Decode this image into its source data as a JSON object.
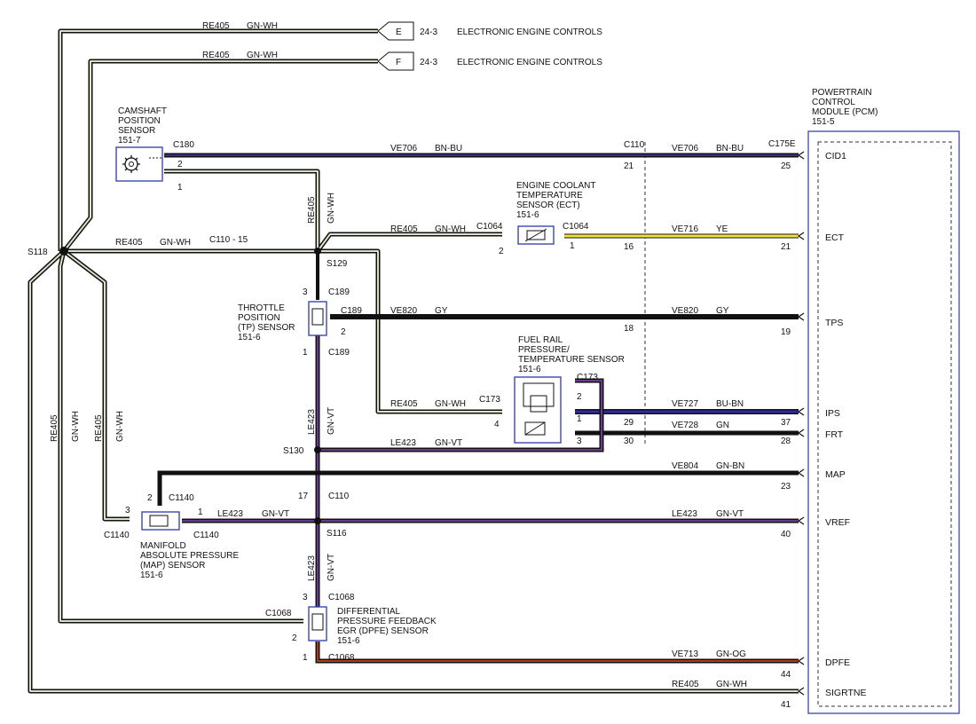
{
  "colors": {
    "trace": "#111111",
    "gn_wh_stripe": "#d8e2c8",
    "bn_bu_stripe": "#3b2f80",
    "ye": "#f2e33a",
    "gy_stripe": "#7f7f7f",
    "bu_bn": "#2b2aa8",
    "gn_vt": "#6a3a8c",
    "gn_bn": "#5a4a2a",
    "gn_og": "#b23a1a",
    "module_border": "#2a3aa8"
  },
  "external": [
    {
      "wire": "RE405",
      "color": "GN-WH",
      "connector": "E",
      "page": "24-3",
      "label": "ELECTRONIC ENGINE CONTROLS"
    },
    {
      "wire": "RE405",
      "color": "GN-WH",
      "connector": "F",
      "page": "24-3",
      "label": "ELECTRONIC ENGINE CONTROLS"
    }
  ],
  "pcm": {
    "title": [
      "POWERTRAIN",
      "CONTROL",
      "MODULE (PCM)",
      "151-5"
    ],
    "connector": "C175E",
    "pins": [
      {
        "name": "CID1",
        "num": "25"
      },
      {
        "name": "ECT",
        "num": "21"
      },
      {
        "name": "TPS",
        "num": "19"
      },
      {
        "name": "IPS",
        "num": "37"
      },
      {
        "name": "FRT",
        "num": "28"
      },
      {
        "name": "MAP",
        "num": "23"
      },
      {
        "name": "VREF",
        "num": "40"
      },
      {
        "name": "DPFE",
        "num": "44"
      },
      {
        "name": "SIGRTNE",
        "num": "41"
      }
    ]
  },
  "c110": {
    "label": "C110",
    "pins": [
      "21",
      "16",
      "18",
      "29",
      "30"
    ],
    "p17": "17",
    "label2": "C110",
    "s118_conn": "C110 - 15"
  },
  "sensors": {
    "cmp": {
      "lines": [
        "CAMSHAFT",
        "POSITION",
        "SENSOR",
        "151-7"
      ],
      "conn": "C180",
      "p2": "2",
      "p1": "1"
    },
    "ect": {
      "lines": [
        "ENGINE COOLANT",
        "TEMPERATURE",
        "SENSOR (ECT)",
        "151-6"
      ],
      "conn_l": "C1064",
      "conn_r": "C1064",
      "p2": "2",
      "p1": "1"
    },
    "tp": {
      "lines": [
        "THROTTLE",
        "POSITION",
        "(TP) SENSOR",
        "151-6"
      ],
      "c_top": "C189",
      "c_side": "C189",
      "c_bot": "C189",
      "p3": "3",
      "p2": "2",
      "p1": "1"
    },
    "frp": {
      "lines": [
        "FUEL RAIL",
        "PRESSURE/",
        "TEMPERATURE SENSOR",
        "151-6"
      ],
      "conn_l": "C173",
      "conn_r": "C173",
      "p4": "4",
      "p2": "2",
      "p1": "1",
      "p3": "3"
    },
    "map": {
      "lines": [
        "MANIFOLD",
        "ABSOLUTE PRESSURE",
        "(MAP) SENSOR",
        "151-6"
      ],
      "c_top": "C1140",
      "c_left": "C1140",
      "c_right": "C1140",
      "p2": "2",
      "p3": "3",
      "p1": "1"
    },
    "dpfe": {
      "lines": [
        "DIFFERENTIAL",
        "PRESSURE FEEDBACK",
        "EGR (DPFE) SENSOR",
        "151-6"
      ],
      "c_top": "C1068",
      "c_left": "C1068",
      "c_bot": "C1068",
      "p3": "3",
      "p2": "2",
      "p1": "1"
    }
  },
  "splices": {
    "s118": "S118",
    "s129": "S129",
    "s130": "S130",
    "s116": "S116"
  },
  "wires": {
    "ve706": [
      "VE706",
      "BN-BU"
    ],
    "re405": [
      "RE405",
      "GN-WH"
    ],
    "ve716": [
      "VE716",
      "YE"
    ],
    "ve820": [
      "VE820",
      "GY"
    ],
    "ve727": [
      "VE727",
      "BU-BN"
    ],
    "ve728": [
      "VE728",
      "GN"
    ],
    "ve804": [
      "VE804",
      "GN-BN"
    ],
    "le423": [
      "LE423",
      "GN-VT"
    ],
    "ve713": [
      "VE713",
      "GN-OG"
    ]
  }
}
